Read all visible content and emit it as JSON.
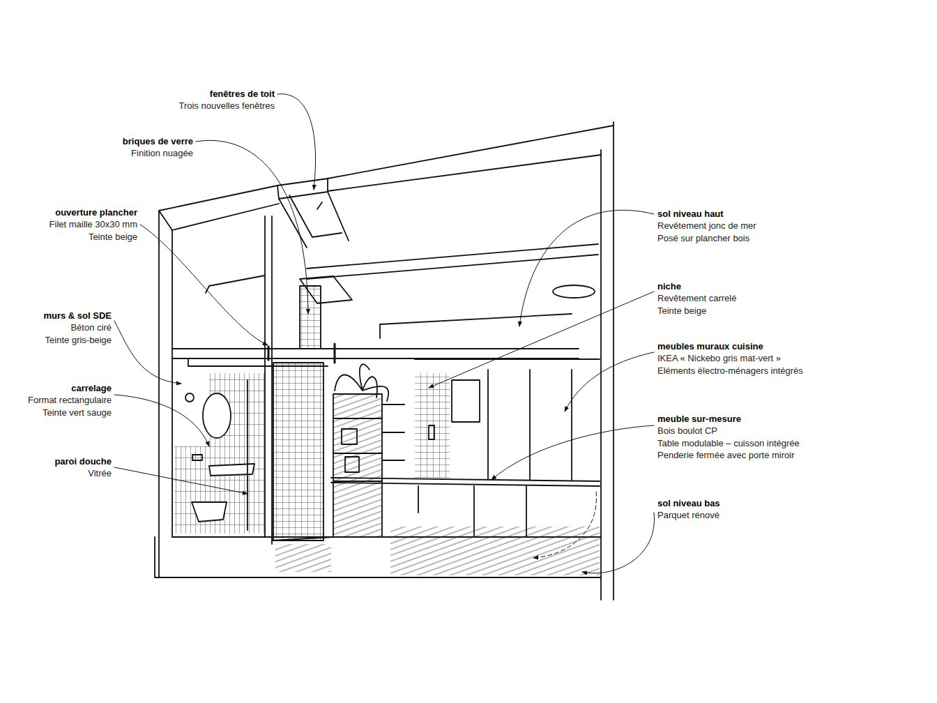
{
  "diagram": {
    "labels": [
      "fenêtres de toit",
      "Trois nouvelles fenêtres",
      "briques de verre",
      "Finition nuagée",
      "ouverture plancher",
      "Filet maille 30x30 mm",
      "Teinte beige",
      "murs & sol SDE",
      "Béton ciré",
      "Teinte gris-beige",
      "carrelage",
      "Format rectangulaire",
      "Teinte vert sauge",
      "paroi douche",
      "Vitrée",
      "sol niveau haut",
      "Revêtement jonc de mer",
      "Posé sur plancher bois",
      "niche",
      "Revêtement carrelé",
      "Teinte beige",
      "meubles muraux cuisine",
      "IKEA « Nickebo gris mat-vert »",
      "Eléments électro-ménagers intégrés",
      "meuble sur-mesure",
      "Bois boulot CP",
      "Table modulable – cuisson intégrée",
      "Penderie fermée avec porte miroir",
      "sol niveau bas",
      "Parquet rénové"
    ]
  }
}
